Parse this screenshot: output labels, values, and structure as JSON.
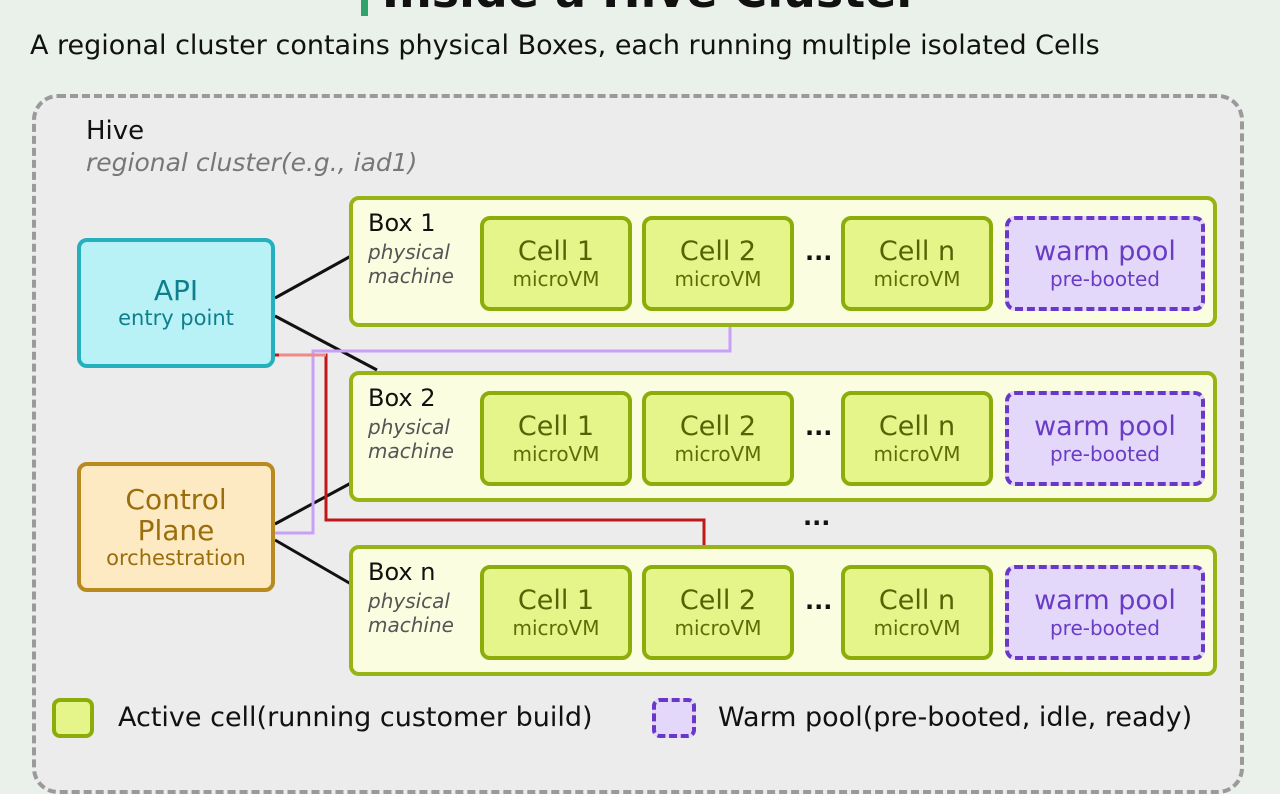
{
  "title": "Inside a Hive Cluster",
  "subtitle": "A regional cluster contains physical Boxes, each running multiple isolated Cells",
  "hive": {
    "name": "Hive",
    "description": "regional cluster(e.g., iad1)"
  },
  "api": {
    "name": "API",
    "description": "entry point"
  },
  "control_plane": {
    "line1": "Control",
    "line2": "Plane",
    "description": "orchestration"
  },
  "boxes": [
    {
      "name": "Box 1",
      "desc1": "physical",
      "desc2": "machine"
    },
    {
      "name": "Box 2",
      "desc1": "physical",
      "desc2": "machine"
    },
    {
      "name": "Box n",
      "desc1": "physical",
      "desc2": "machine"
    }
  ],
  "cells": [
    {
      "name": "Cell 1",
      "type": "microVM"
    },
    {
      "name": "Cell 2",
      "type": "microVM"
    },
    {
      "name": "Cell n",
      "type": "microVM"
    }
  ],
  "ellipsis": "...",
  "warm_pool": {
    "name": "warm pool",
    "desc": "pre-booted"
  },
  "legend": {
    "active": "Active cell(running customer build)",
    "warm": "Warm pool(pre-booted, idle, ready)"
  },
  "colors": {
    "box_border": "#97b416",
    "cell_fill": "#e5f58a",
    "warm_border": "#6a38c8",
    "api_border": "#24b0bd",
    "control_plane_border": "#b88a20",
    "api_route_line": "#c8a0f8",
    "control_route_line": "#c01818"
  }
}
